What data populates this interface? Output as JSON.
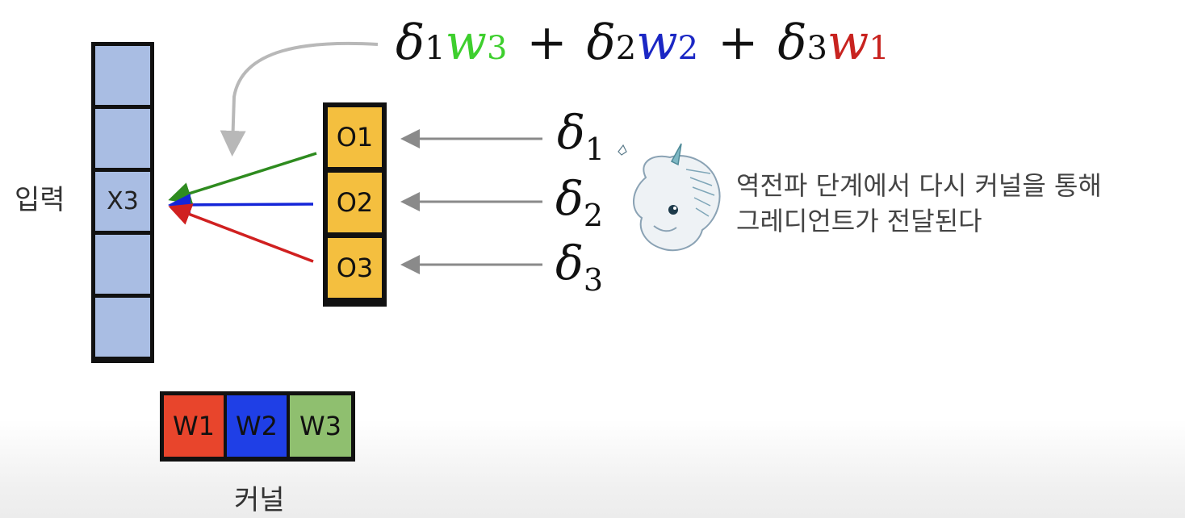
{
  "input": {
    "label": "입력",
    "cells": [
      "",
      "",
      "X3",
      "",
      ""
    ]
  },
  "outputs": {
    "cells": [
      "O1",
      "O2",
      "O3"
    ]
  },
  "kernel": {
    "label": "커널",
    "cells": [
      {
        "text": "W1",
        "color": "#e8452c"
      },
      {
        "text": "W2",
        "color": "#1f3fe6"
      },
      {
        "text": "W3",
        "color": "#8fbf6f"
      }
    ]
  },
  "formula": {
    "terms": [
      {
        "delta": "δ",
        "delta_sub": "1",
        "w": "w",
        "w_sub": "3",
        "w_color": "#3ecf2e"
      },
      {
        "delta": "δ",
        "delta_sub": "2",
        "w": "w",
        "w_sub": "2",
        "w_color": "#1b27c4"
      },
      {
        "delta": "δ",
        "delta_sub": "3",
        "w": "w",
        "w_sub": "1",
        "w_color": "#c8231f"
      }
    ],
    "operator": "+"
  },
  "deltas": [
    {
      "symbol": "δ",
      "sub": "1"
    },
    {
      "symbol": "δ",
      "sub": "2"
    },
    {
      "symbol": "δ",
      "sub": "3"
    }
  ],
  "caption": {
    "line1": "역전파 단계에서 다시 커널을 통해",
    "line2": "그레디언트가 전달된다"
  },
  "colors": {
    "arrow_green": "#2e8b1f",
    "arrow_blue": "#1425d8",
    "arrow_red": "#d02020",
    "arrow_gray": "#8a8a8a",
    "curve_gray": "#b8b8b8"
  }
}
